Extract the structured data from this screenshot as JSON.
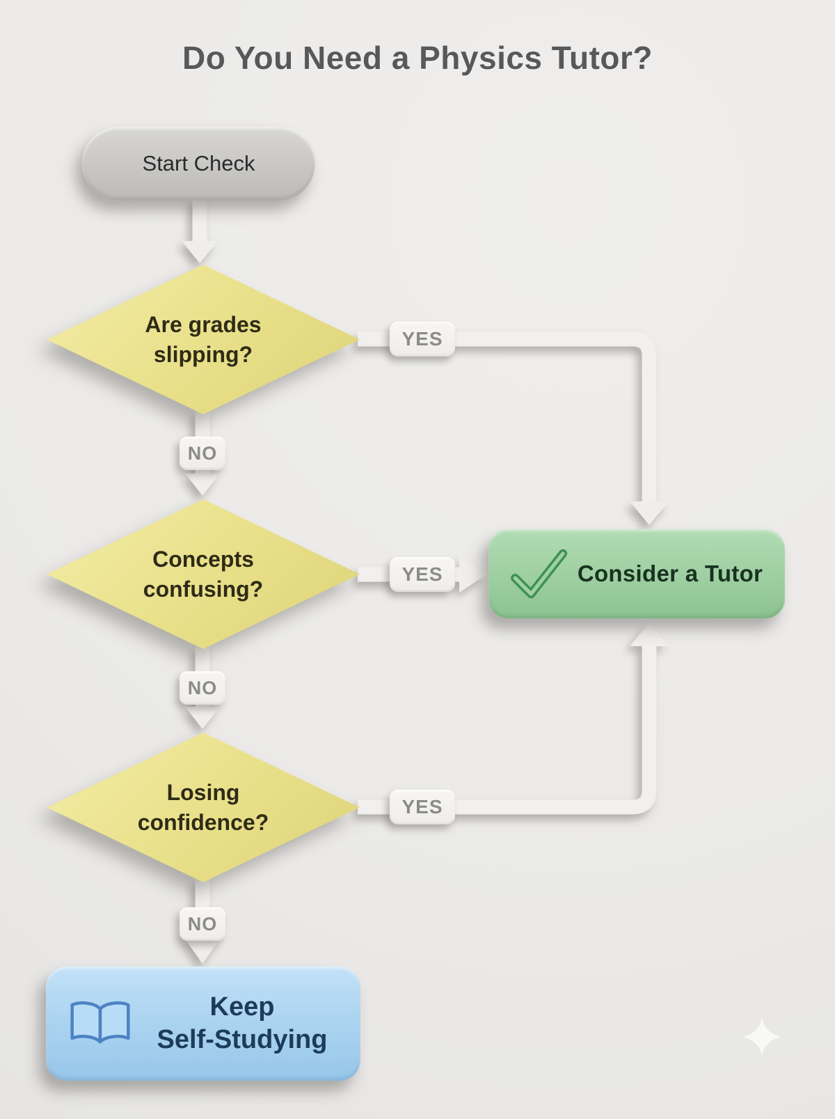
{
  "title": "Do You Need a Physics Tutor?",
  "start": {
    "label": "Start Check"
  },
  "decisions": [
    {
      "question_line1": "Are grades",
      "question_line2": "slipping?",
      "yes_label": "YES",
      "no_label": "NO"
    },
    {
      "question_line1": "Concepts",
      "question_line2": "confusing?",
      "yes_label": "YES",
      "no_label": "NO"
    },
    {
      "question_line1": "Losing",
      "question_line2": "confidence?",
      "yes_label": "YES",
      "no_label": "NO"
    }
  ],
  "outcomes": {
    "tutor": {
      "label": "Consider a Tutor",
      "icon": "checkmark-icon"
    },
    "self_study": {
      "label_line1": "Keep",
      "label_line2": "Self-Studying",
      "icon": "open-book-icon"
    }
  },
  "decor": {
    "sparkle": "sparkle-icon"
  },
  "colors": {
    "background": "#ebe9e7",
    "title_text": "#57585a",
    "start_node": "#c9c8c6",
    "decision_node": "#eae18c",
    "tutor_node": "#9fd0a3",
    "self_study_node": "#aad3f0",
    "connector": "#f2f0ee",
    "connector_label_text": "#8b8b89",
    "tutor_text": "#18321f",
    "self_study_text": "#1d3b5a",
    "checkmark": "#3f9152",
    "book_outline": "#4d82c4"
  }
}
